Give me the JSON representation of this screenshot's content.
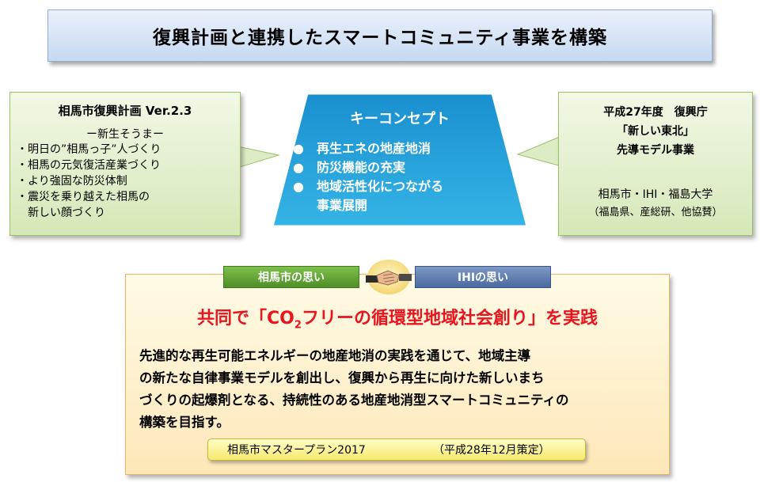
{
  "title": "復興計画と連携したスマートコミュニティ事業を構築",
  "left_box": {
    "title": "相馬市復興計画 Ver.2.3",
    "subtitle": "ー新生そうまー",
    "items": [
      "・明日の”相馬っ子”人づくり",
      "・相馬の元気復活産業づくり",
      "・より強固な防災体制",
      "・震災を乗り越えた相馬の",
      "　新しい顔づくり"
    ]
  },
  "key_concept": {
    "title": "キーコンセプト",
    "bullet": "●",
    "items": [
      "再生エネの地産地消",
      "防災機能の充実",
      "地域活性化につながる"
    ],
    "item_continuation": "事業展開"
  },
  "right_box": {
    "line1": "平成27年度　復興庁",
    "line2": "「新しい東北」",
    "line3": "先導モデル事業",
    "orgs": "相馬市・IHI・福島大学",
    "note": "（福島県、産総研、他協賛）"
  },
  "tabs": {
    "left": "相馬市の思い",
    "right": "IHIの思い"
  },
  "headline": {
    "pre": "共同で「CO",
    "sub": "2",
    "post": "フリーの循環型地域社会創り」を実践"
  },
  "body_lines": [
    "先進的な再生可能エネルギーの地産地消の実践を通じて、地域主導",
    "の新たな自律事業モデルを創出し、復興から再生に向けた新しいまち",
    "づくりの起爆剤となる、持続性のある地産地消型スマートコミュニティの",
    "構築を目指す。"
  ],
  "plan": {
    "name": "相馬市マスタープラン2017",
    "date": "（平成28年12月策定）"
  },
  "colors": {
    "key_concept_blue": "#1f9fd6",
    "headline_red": "#e8141e",
    "tab_green": "#5a9e32",
    "tab_blue": "#5a78ad"
  }
}
